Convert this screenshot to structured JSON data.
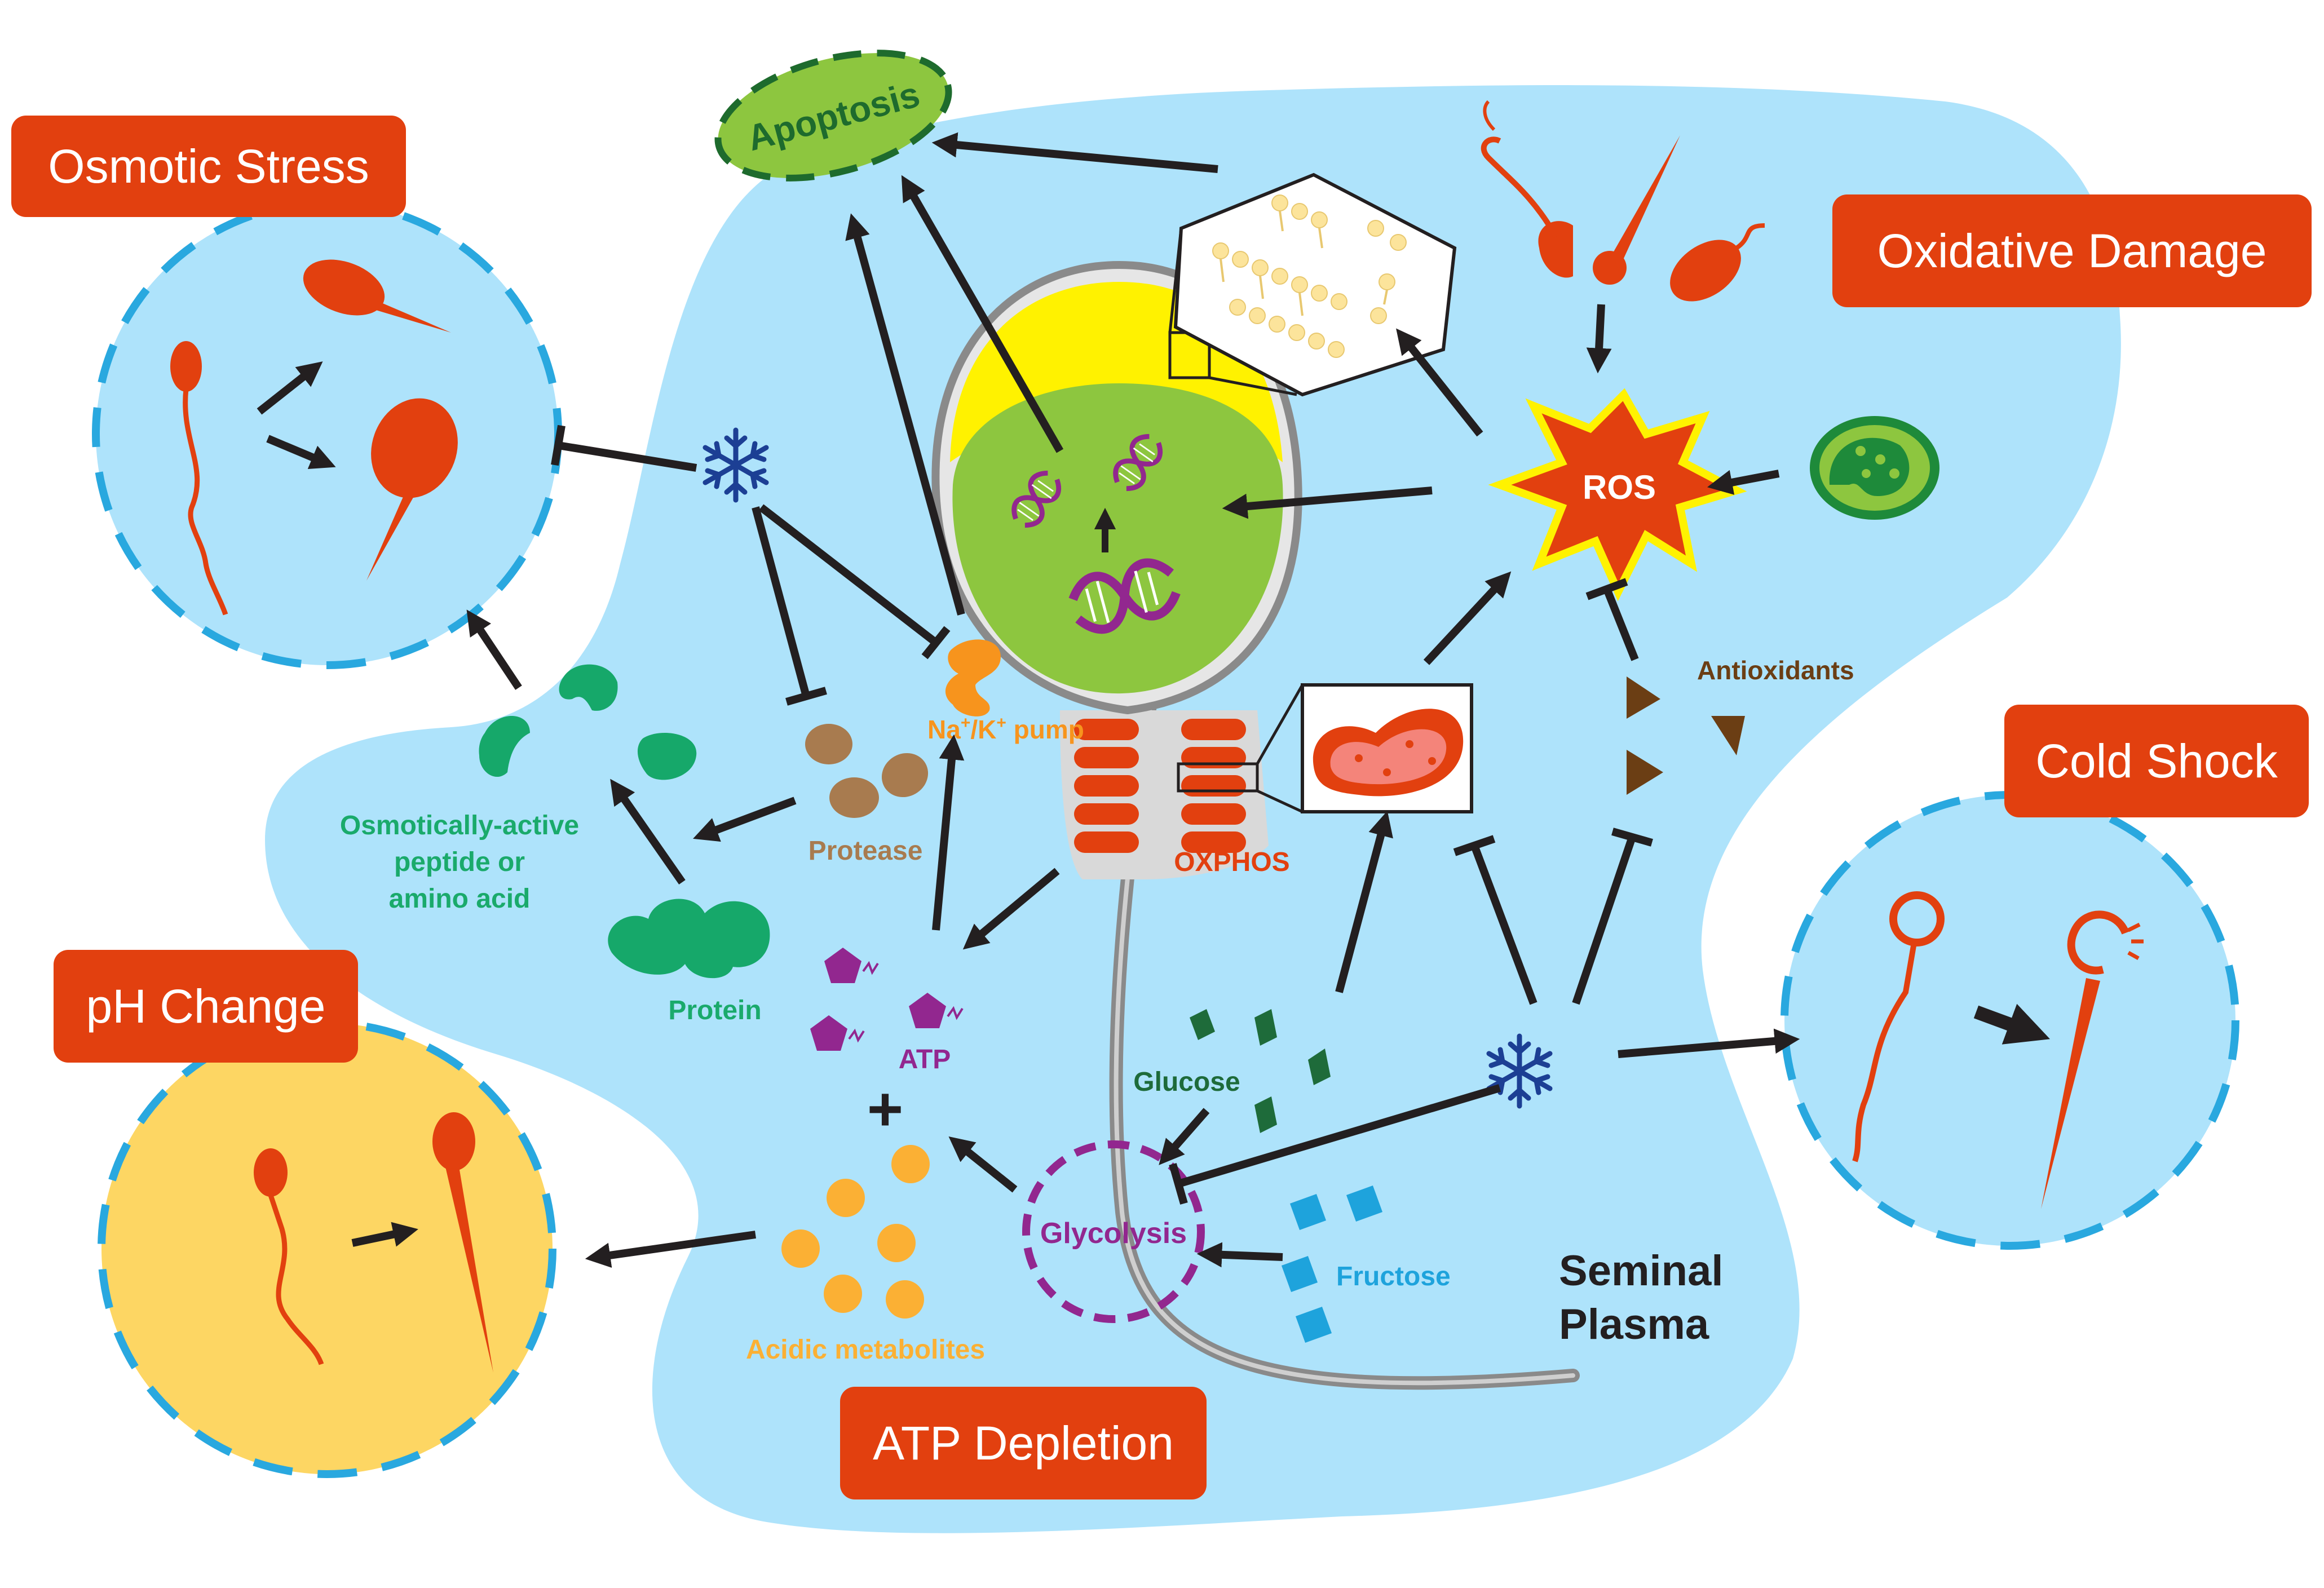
{
  "callouts": {
    "osmotic_stress": "Osmotic Stress",
    "oxidative_damage": "Oxidative Damage",
    "cold_shock": "Cold Shock",
    "ph_change": "pH Change",
    "atp_depletion": "ATP Depletion"
  },
  "labels": {
    "apoptosis": "Apoptosis",
    "ros": "ROS",
    "antioxidants": "Antioxidants",
    "na_k_pump_main": "Na",
    "na_k_pump_sup1": "+",
    "na_k_pump_mid": "/K",
    "na_k_pump_sup2": "+",
    "na_k_pump_end": " pump",
    "protease": "Protease",
    "osmotic_line1": "Osmotically-active",
    "osmotic_line2": "peptide or",
    "osmotic_line3": "amino acid",
    "protein": "Protein",
    "atp": "ATP",
    "oxphos": "OXPHOS",
    "glucose": "Glucose",
    "glycolysis": "Glycolysis",
    "fructose": "Fructose",
    "plus": "+",
    "acidic_metabolites": "Acidic metabolites",
    "seminal_line1": "Seminal",
    "seminal_line2": "Plasma"
  },
  "colors": {
    "plasma": "#aee3fb",
    "callout": "#e2400f",
    "sperm": "#e2400f",
    "nucleus": "#8dc63f",
    "acrosome": "#fff200",
    "apoptosis_fill": "#8dc63f",
    "apoptosis_text": "#1e6b2d",
    "green_label": "#1aaa6b",
    "protease": "#a87b4f",
    "pump": "#f7941d",
    "atp": "#92278f",
    "glucose": "#1e6b3a",
    "fructose": "#1ea3dc",
    "acidic": "#fbb034",
    "antioxidant": "#6b3e14",
    "snowflake": "#1c3f94",
    "ph_circle": "#fdd663",
    "circle_border": "#29a8df",
    "arrow": "#231f20"
  },
  "icons": [
    "snowflake-icon",
    "dna-icon",
    "mitochondrion-icon",
    "membrane-bilayer-icon",
    "ros-burst-icon",
    "sperm-icon",
    "peroxisome-icon"
  ]
}
